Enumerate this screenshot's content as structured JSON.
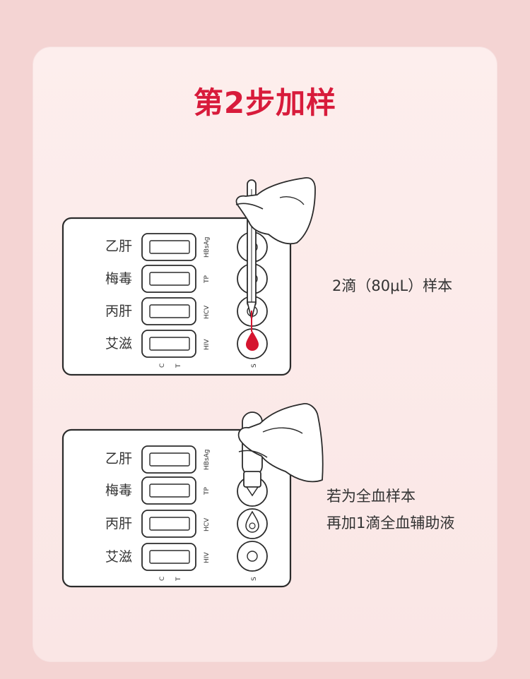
{
  "page": {
    "title": "第2步加样",
    "colors": {
      "background": "#f4d4d3",
      "card": "#fdeeed",
      "title": "#d81b3b",
      "blood": "#d5152f",
      "line": "#2b2b2b"
    }
  },
  "panel_labels": {
    "test_names": [
      "乙肝",
      "梅毒",
      "丙肝",
      "艾滋"
    ],
    "markers": [
      "HBsAg",
      "TP",
      "HCV",
      "HIV"
    ],
    "control_line": "C",
    "test_line": "T",
    "sample_well": "S"
  },
  "step1": {
    "caption": "2滴（80μL）样本",
    "icons": [
      "pipette-icon",
      "hand-icon",
      "blood-drop-icon"
    ]
  },
  "step2": {
    "caption_line1": "若为全血样本",
    "caption_line2": "再加1滴全血辅助液",
    "icons": [
      "dropper-bottle-icon",
      "hand-icon",
      "droplet-outline-icon"
    ]
  }
}
